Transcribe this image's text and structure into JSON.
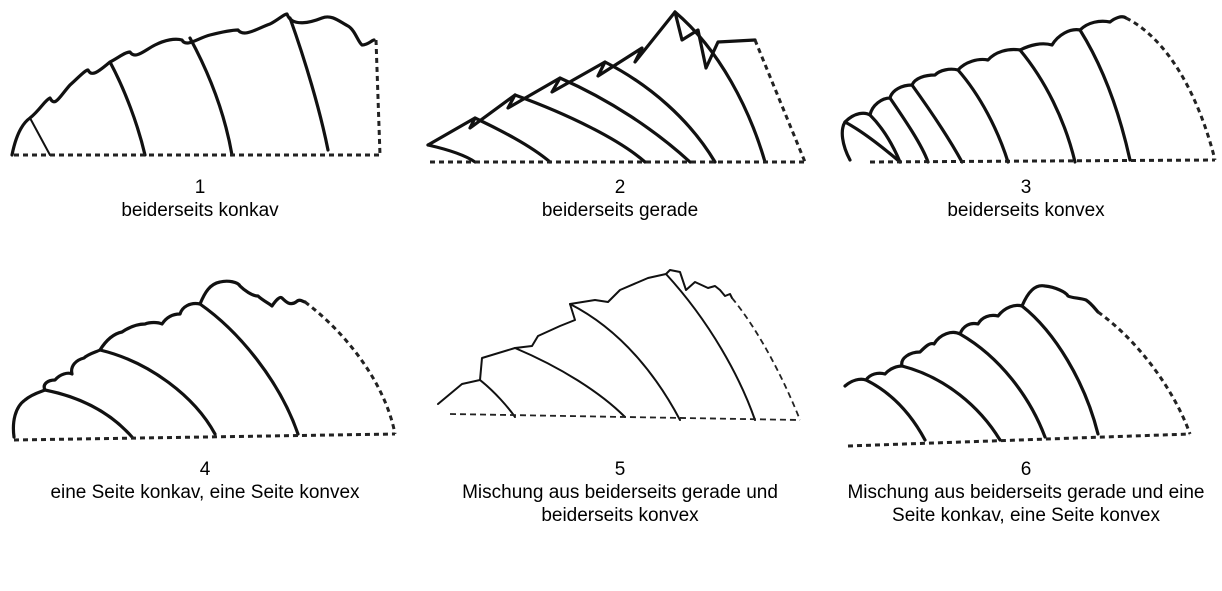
{
  "figures": [
    {
      "number": "1",
      "label": "beiderseits konkav"
    },
    {
      "number": "2",
      "label": "beiderseits gerade"
    },
    {
      "number": "3",
      "label": "beiderseits konvex"
    },
    {
      "number": "4",
      "label": "eine Seite konkav, eine Seite konvex"
    },
    {
      "number": "5",
      "label": "Mischung aus beiderseits gerade und beiderseits konvex"
    },
    {
      "number": "6",
      "label": "Mischung aus beiderseits gerade und eine Seite konkav, eine Seite konvex"
    }
  ]
}
